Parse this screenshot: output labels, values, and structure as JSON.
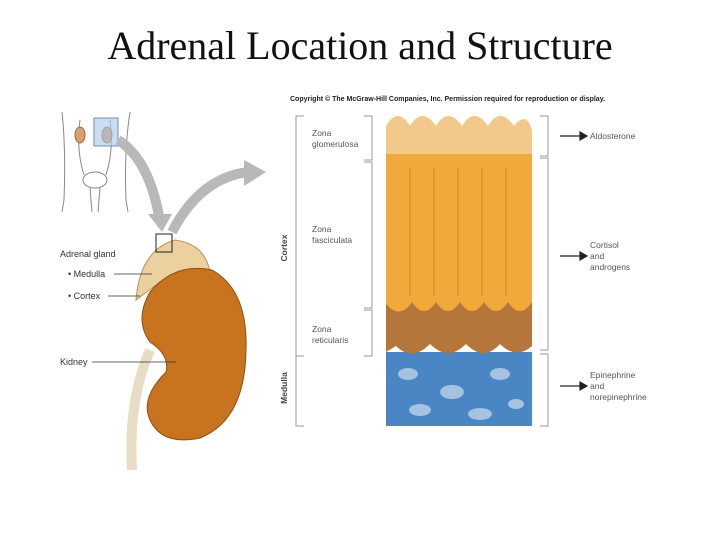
{
  "title": "Adrenal Location and Structure",
  "copyright": "Copyright © The McGraw-Hill Companies, Inc. Permission required for reproduction or display.",
  "left_labels": {
    "adrenal_gland": "Adrenal gland",
    "medulla": "• Medulla",
    "cortex": "• Cortex",
    "kidney": "Kidney"
  },
  "zones": {
    "glomerulosa": [
      "Zona",
      "glomerulosa"
    ],
    "fasciculata": [
      "Zona",
      "fasciculata"
    ],
    "reticularis": [
      "Zona",
      "reticularis"
    ]
  },
  "regions": {
    "cortex": "Cortex",
    "medulla": "Medulla"
  },
  "secretions": {
    "aldosterone": [
      "Aldosterone"
    ],
    "cortisol": [
      "Cortisol",
      "and",
      "androgens"
    ],
    "epinephrine": [
      "Epinephrine",
      "and",
      "norepinephrine"
    ]
  },
  "colors": {
    "glomerulosa": "#f2c98a",
    "fasciculata": "#f0a93a",
    "reticularis": "#b5763c",
    "medulla": "#4a86c4",
    "kidney": "#c8741e",
    "arrow": "#b8b8b8"
  }
}
